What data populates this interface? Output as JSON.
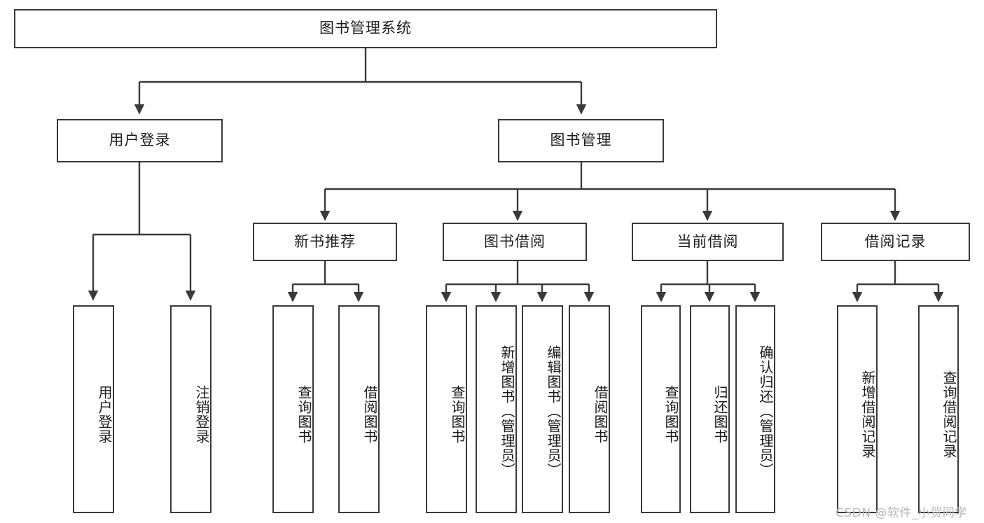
{
  "diagram": {
    "type": "tree-hierarchy",
    "title": "图书管理系统",
    "root": {
      "label": "图书管理系统"
    },
    "level2": [
      {
        "label": "用户登录"
      },
      {
        "label": "图书管理"
      }
    ],
    "level3": [
      {
        "label": "新书推荐"
      },
      {
        "label": "图书借阅"
      },
      {
        "label": "当前借阅"
      },
      {
        "label": "借阅记录"
      }
    ],
    "leaves": {
      "user_login": [
        {
          "label": "用户登录"
        },
        {
          "label": "注销登录"
        }
      ],
      "new_book_recommend": [
        {
          "label": "查询图书"
        },
        {
          "label": "借阅图书"
        }
      ],
      "book_borrow": [
        {
          "label": "查询图书"
        },
        {
          "label": "新增图书（管理员）"
        },
        {
          "label": "编辑图书（管理员）"
        },
        {
          "label": "借阅图书"
        }
      ],
      "current_borrow": [
        {
          "label": "查询图书"
        },
        {
          "label": "归还图书"
        },
        {
          "label": "确认归还（管理员）"
        }
      ],
      "borrow_record": [
        {
          "label": "新增借阅记录"
        },
        {
          "label": "查询借阅记录"
        }
      ]
    }
  },
  "watermark": {
    "text": "CSDN @软件_小贺同学"
  },
  "colors": {
    "stroke": "#3a3a3a",
    "fill": "#ffffff",
    "text": "#1b1b1b",
    "watermark": "#b9b9b9"
  }
}
